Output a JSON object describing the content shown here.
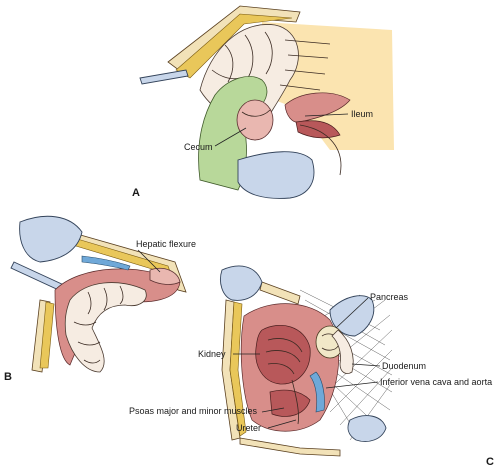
{
  "panels": [
    {
      "letter": "A",
      "labels": {
        "ileum": "Ileum",
        "cecum": "Cecum"
      }
    },
    {
      "letter": "B",
      "labels": {
        "hepatic_flexure": "Hepatic flexure"
      }
    },
    {
      "letter": "C",
      "labels": {
        "pancreas": "Pancreas",
        "kidney": "Kidney",
        "duodenum": "Duodenum",
        "ivc_aorta": "Inferior vena cava and aorta",
        "psoas": "Psoas major and minor muscles",
        "ureter": "Ureter"
      }
    }
  ],
  "colors": {
    "skin": "#f2e2b8",
    "fat": "#e9c75a",
    "retractor": "#c8d6ea",
    "towel": "#fbe4b0",
    "glove": "#b8d89a",
    "tissue": "#d88e8a"
  }
}
